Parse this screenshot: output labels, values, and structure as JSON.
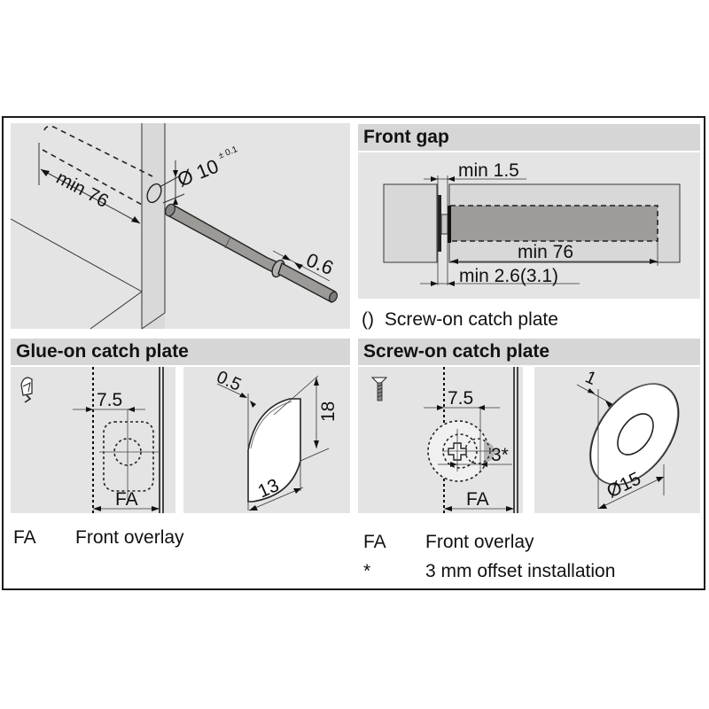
{
  "install_panel": {
    "depth_label": "min 76",
    "hole_diameter_label": "Ø 10",
    "hole_tolerance": "± 0.1",
    "collar_label": "0.6"
  },
  "front_gap": {
    "title": "Front gap",
    "min_gap_label": "min 1.5",
    "depth_label": "min 76",
    "min_offset_label": "min 2.6(3.1)",
    "note_symbol": "()",
    "note_text": "Screw-on catch plate"
  },
  "glue_on": {
    "title": "Glue-on catch plate",
    "icon": "glue-icon",
    "distance_label": "7.5",
    "overlay_label": "FA",
    "thickness_label": "0.5",
    "height_label": "18",
    "width_label": "13",
    "legend": [
      {
        "key": "FA",
        "text": "Front overlay"
      }
    ]
  },
  "screw_on": {
    "title": "Screw-on catch plate",
    "icon": "screw-icon",
    "distance_label": "7.5",
    "offset_label": "3*",
    "overlay_label": "FA",
    "thickness_label": "1",
    "diameter_label": "Ø15",
    "legend": [
      {
        "key": "FA",
        "text": "Front overlay"
      },
      {
        "key": "*",
        "text": "3 mm offset installation"
      }
    ]
  },
  "colors": {
    "panel_bg": "#e4e4e4",
    "header_bg": "#d6d6d6",
    "part_gray": "#9c9a97",
    "line": "#1a1a1a"
  }
}
